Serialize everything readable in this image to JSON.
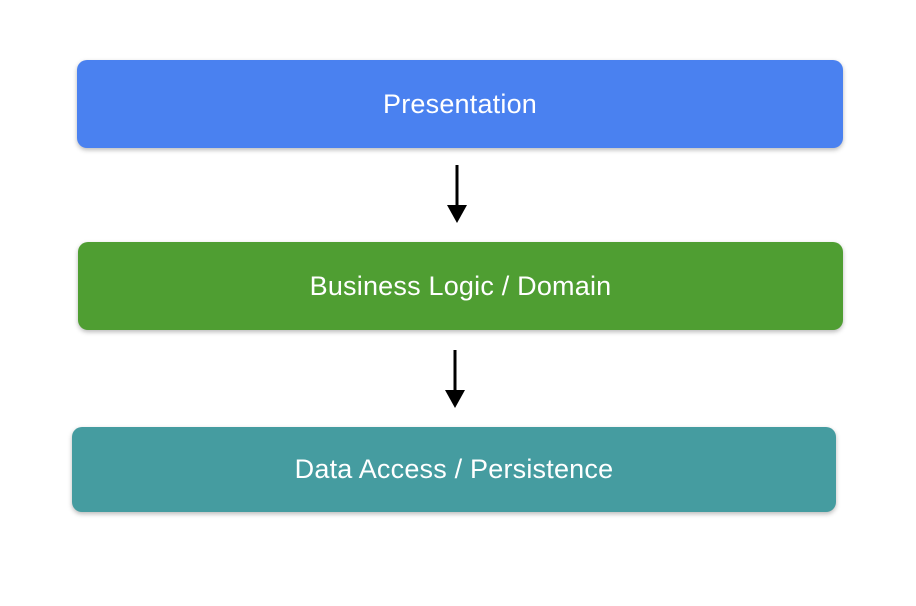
{
  "diagram": {
    "background_color": "#ffffff",
    "text_color": "#ffffff",
    "arrow_color": "#000000",
    "layers": [
      {
        "label": "Presentation",
        "color": "#4a81f0"
      },
      {
        "label": "Business Logic / Domain",
        "color": "#4f9e32"
      },
      {
        "label": "Data Access / Persistence",
        "color": "#459ca0"
      }
    ]
  }
}
